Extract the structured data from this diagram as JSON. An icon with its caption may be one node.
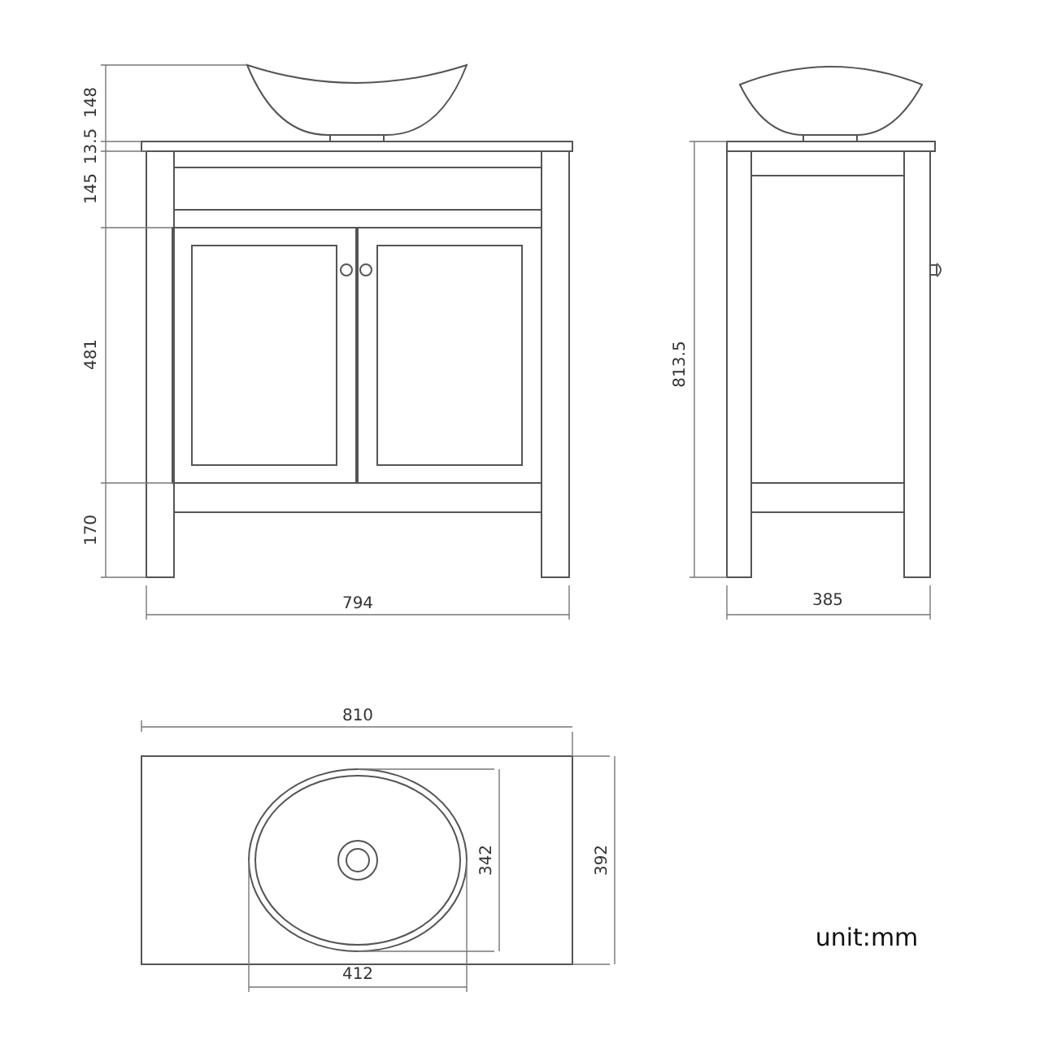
{
  "diagram": {
    "labels": [
      "148",
      "13.5",
      "145",
      "481",
      "170",
      "794",
      "813.5",
      "385",
      "810",
      "342",
      "392",
      "412",
      "unit:mm"
    ]
  }
}
